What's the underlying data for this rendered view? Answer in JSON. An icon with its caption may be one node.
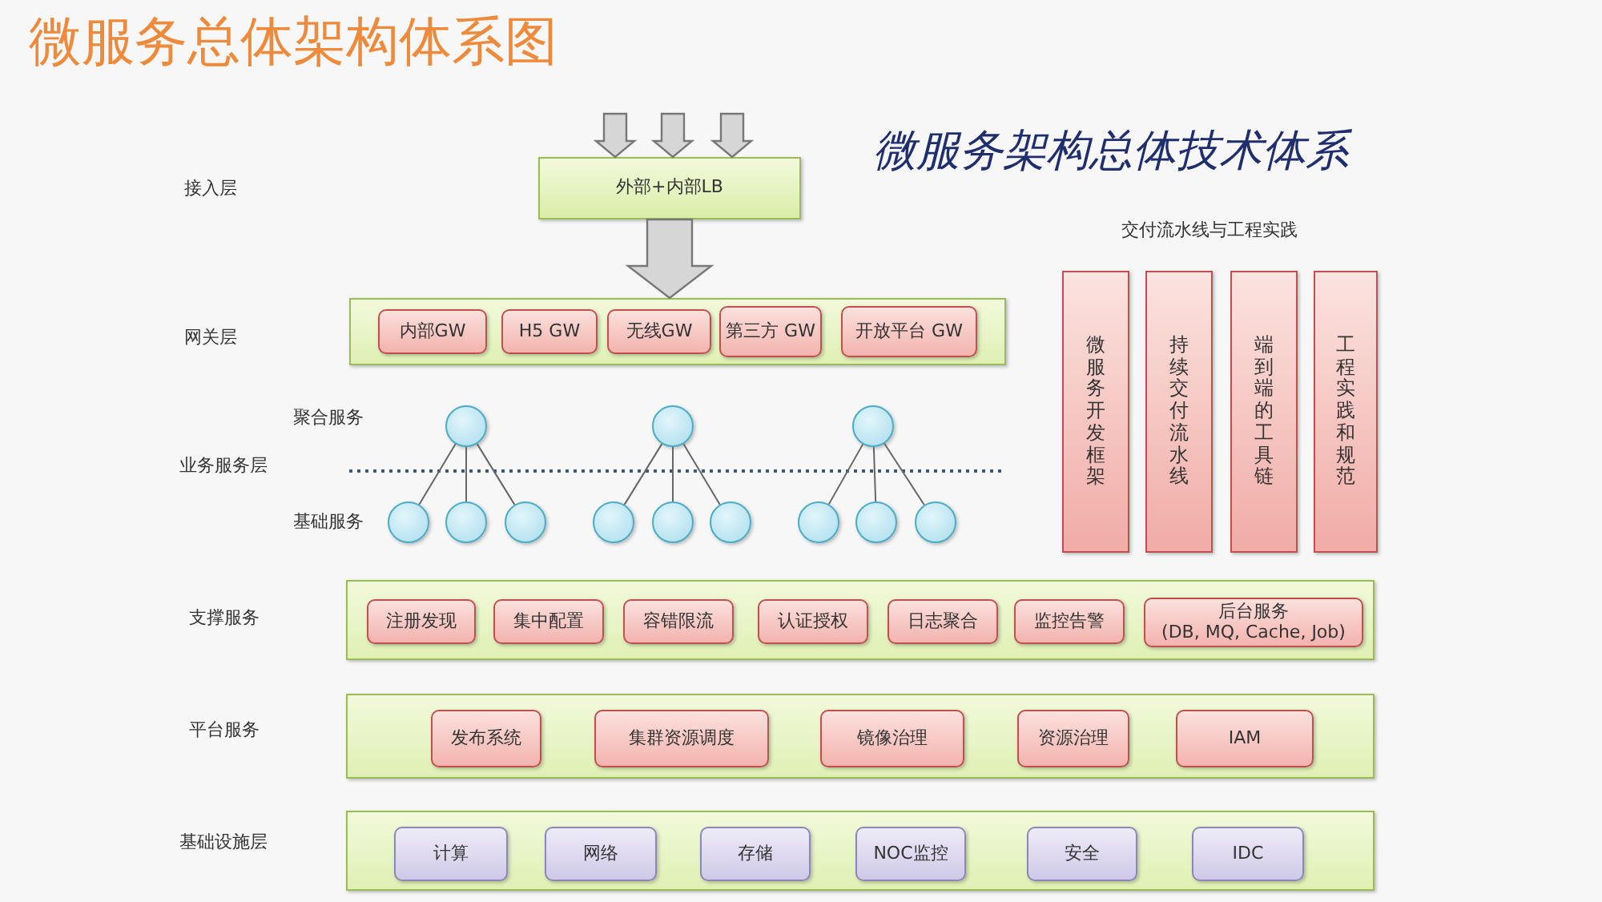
{
  "diagram": {
    "title": "微服务总体架构体系图",
    "nodes": [
      {
        "text": [
          "外部+内部LB"
        ]
      },
      {
        "text": [],
        "shape": "box"
      },
      {
        "text": [
          "内部GW"
        ],
        "in": 1
      },
      {
        "text": [
          "H5 GW"
        ],
        "in": 1
      },
      {
        "text": [
          "无线GW"
        ],
        "in": 1
      },
      {
        "text": [
          "第三方 GW"
        ],
        "in": 1
      },
      {
        "text": [
          "开放平台 GW"
        ],
        "in": 1
      },
      {
        "text": [],
        "shape": "circle"
      },
      {
        "text": [],
        "shape": "circle"
      },
      {
        "text": [],
        "shape": "circle"
      },
      {
        "text": [],
        "shape": "circle"
      },
      {
        "text": [],
        "shape": "circle"
      },
      {
        "text": [],
        "shape": "circle"
      },
      {
        "text": [],
        "shape": "circle"
      },
      {
        "text": [],
        "shape": "circle"
      },
      {
        "text": [],
        "shape": "circle"
      },
      {
        "text": [],
        "shape": "circle"
      },
      {
        "text": [],
        "shape": "circle"
      },
      {
        "text": [],
        "shape": "circle"
      },
      {
        "text": [
          "微服务开发框架"
        ]
      },
      {
        "text": [
          "持续交付流水线"
        ]
      },
      {
        "text": [
          "端到端的工具链"
        ]
      },
      {
        "text": [
          "工程实践和规范"
        ]
      },
      {
        "text": [],
        "shape": "box"
      },
      {
        "text": [
          "注册发现"
        ],
        "in": 23
      },
      {
        "text": [
          "集中配置"
        ],
        "in": 23
      },
      {
        "text": [
          "容错限流"
        ],
        "in": 23
      },
      {
        "text": [
          "认证授权"
        ],
        "in": 23
      },
      {
        "text": [
          "日志聚合"
        ],
        "in": 23
      },
      {
        "text": [
          "监控告警"
        ],
        "in": 23
      },
      {
        "text": [
          "后台服务",
          "(DB, MQ, Cache, Job)"
        ],
        "in": 23
      },
      {
        "text": [],
        "shape": "box"
      },
      {
        "text": [
          "发布系统"
        ],
        "in": 31
      },
      {
        "text": [
          "集群资源调度"
        ],
        "in": 31
      },
      {
        "text": [
          "镜像治理"
        ],
        "in": 31
      },
      {
        "text": [
          "资源治理"
        ],
        "in": 31
      },
      {
        "text": [
          "IAM"
        ],
        "in": 31
      },
      {
        "text": [],
        "shape": "box"
      },
      {
        "text": [
          "计算"
        ],
        "in": 37
      },
      {
        "text": [
          "网络"
        ],
        "in": 37
      },
      {
        "text": [
          "存储"
        ],
        "in": 37
      },
      {
        "text": [
          "NOC监控"
        ],
        "in": 37
      },
      {
        "text": [
          "安全"
        ],
        "in": 37
      },
      {
        "text": [
          "IDC"
        ],
        "in": 37
      }
    ],
    "edges": [
      {
        "from": null,
        "to": 0,
        "arrow": "to",
        "style": "thick"
      },
      {
        "from": null,
        "to": 0,
        "arrow": "to",
        "style": "thick"
      },
      {
        "from": null,
        "to": 0,
        "arrow": "to",
        "style": "thick"
      },
      {
        "from": 0,
        "to": 1,
        "arrow": "to",
        "style": "thick"
      },
      {
        "from": 7,
        "to": 10,
        "arrow": "none"
      },
      {
        "from": 7,
        "to": 11,
        "arrow": "none"
      },
      {
        "from": 7,
        "to": 12,
        "arrow": "none"
      },
      {
        "from": 8,
        "to": 13,
        "arrow": "none"
      },
      {
        "from": 8,
        "to": 14,
        "arrow": "none"
      },
      {
        "from": 8,
        "to": 15,
        "arrow": "none"
      },
      {
        "from": 9,
        "to": 16,
        "arrow": "none"
      },
      {
        "from": 9,
        "to": 17,
        "arrow": "none"
      },
      {
        "from": 9,
        "to": 18,
        "arrow": "none"
      }
    ],
    "labels": [
      "微服务架构总体技术体系",
      "接入层",
      "交付流水线与工程实践",
      "网关层",
      "聚合服务",
      "业务服务层",
      "基础服务",
      "支撑服务",
      "平台服务",
      "基础设施层"
    ]
  }
}
